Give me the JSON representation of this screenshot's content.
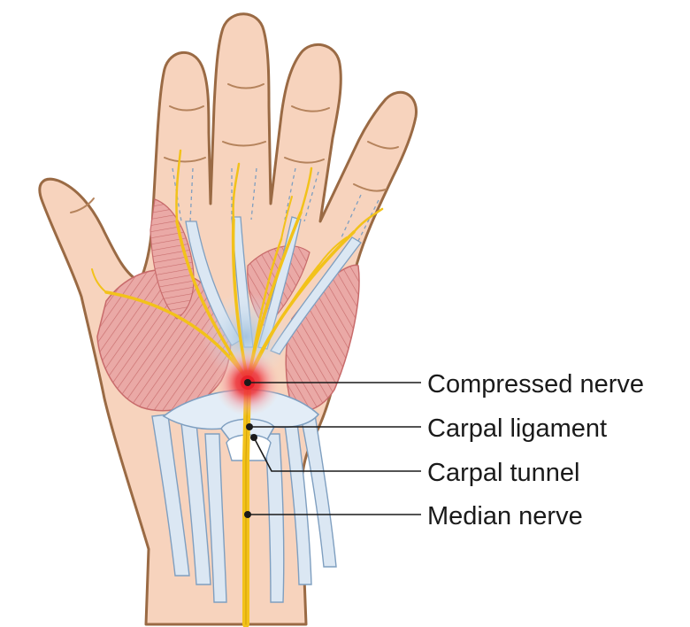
{
  "labels": {
    "compressed_nerve": "Compressed nerve",
    "carpal_ligament": "Carpal ligament",
    "carpal_tunnel": "Carpal tunnel",
    "median_nerve": "Median nerve"
  },
  "colors": {
    "skin": "#f7d3bd",
    "skin_outline": "#9a6a44",
    "muscle": "#e8a0a0",
    "muscle_line": "#c86b6b",
    "tendon": "#dbe7f3",
    "tendon_line": "#7f9fc0",
    "nerve": "#f2c21a",
    "compression": "#e8202a",
    "leader": "#1a1a1a"
  }
}
